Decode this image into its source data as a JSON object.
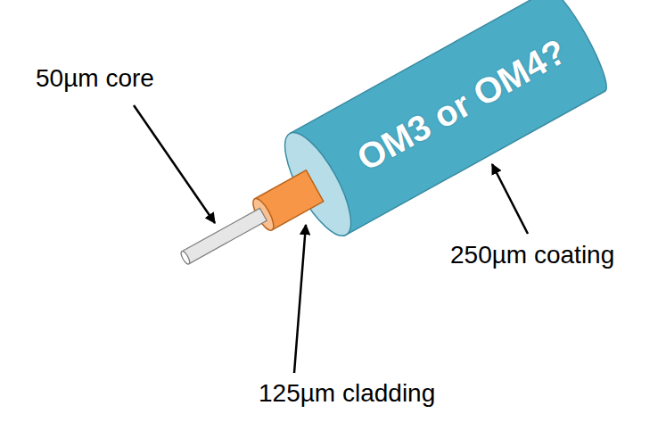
{
  "diagram": {
    "nodes": [
      {
        "text": [
          "OM3 or OM4?"
        ]
      }
    ],
    "labels": [
      "50µm core",
      "250µm coating",
      "125µm cladding"
    ]
  }
}
